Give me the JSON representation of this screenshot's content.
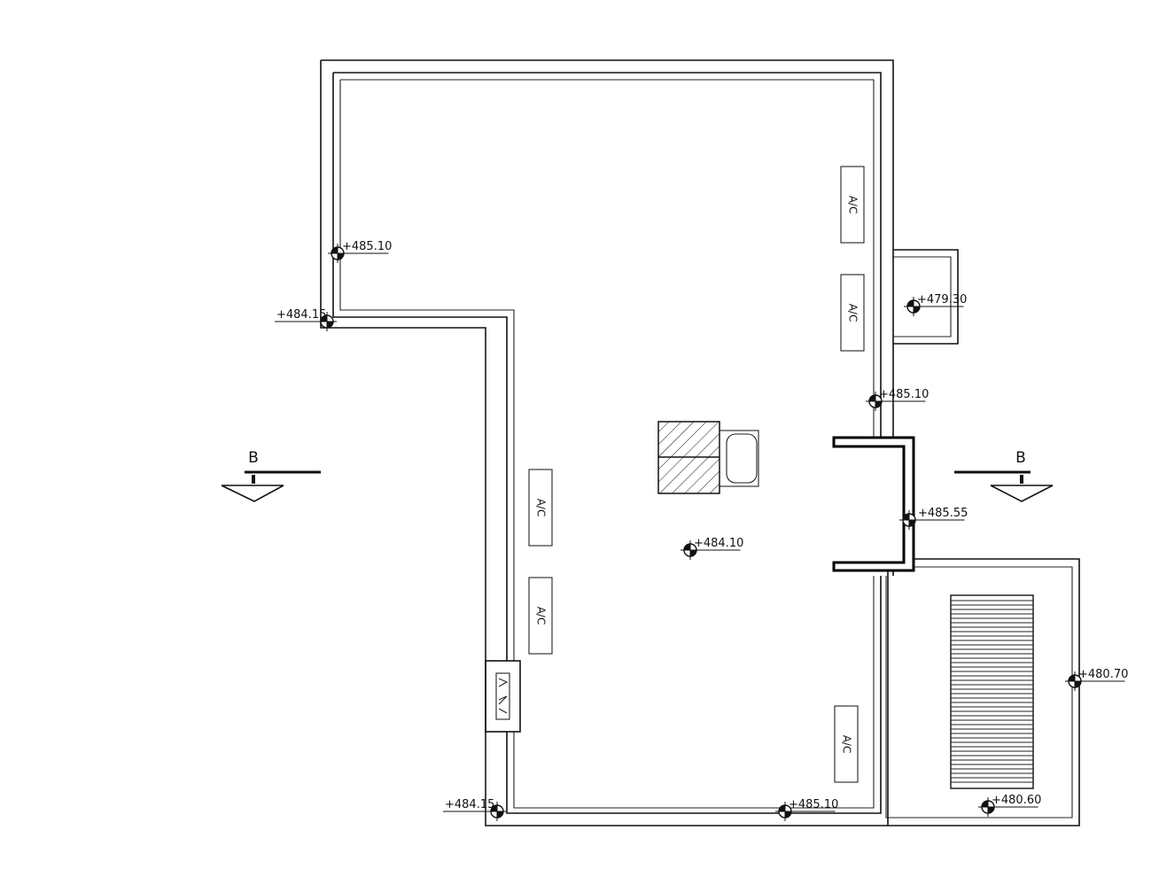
{
  "section_markers": {
    "left_label": "B",
    "right_label": "B"
  },
  "units": {
    "ac_label": "A/C"
  },
  "elevations": {
    "upper_left": "+485.10",
    "left_corner": "+484.15",
    "balcony": "+479.30",
    "right_wall": "+485.10",
    "entrance": "+485.55",
    "center_floor": "+484.10",
    "right_terrace": "+480.70",
    "bottom_left": "+484.15",
    "bottom_center": "+485.10",
    "terrace_bottom": "+480.60"
  },
  "colors": {
    "line": "#111111",
    "background": "#ffffff"
  }
}
